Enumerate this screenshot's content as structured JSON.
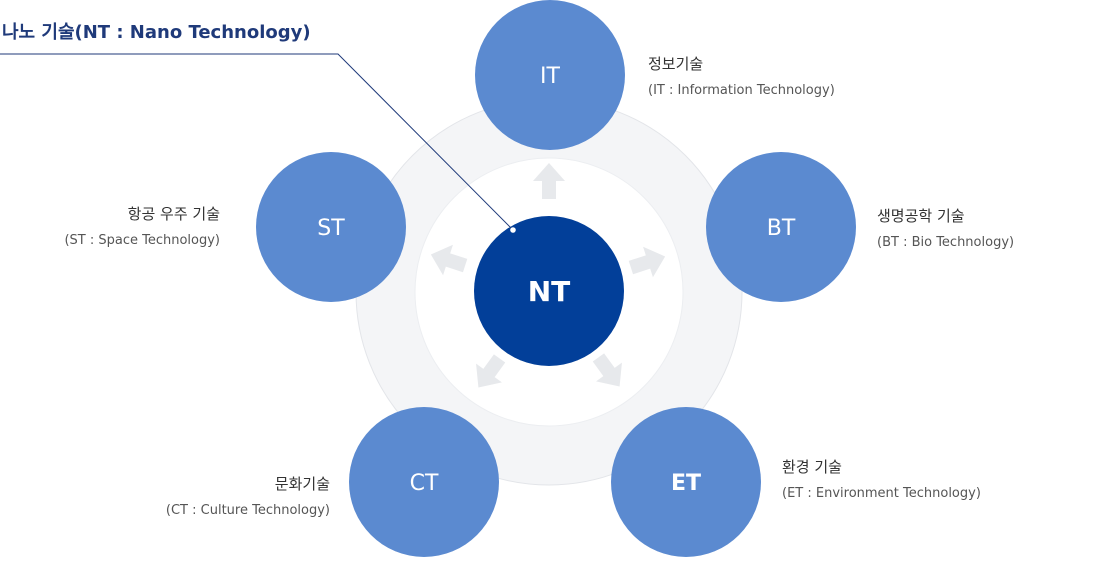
{
  "title": "나노 기술(NT : Nano Technology)",
  "center": {
    "abbr": "NT"
  },
  "nodes": [
    {
      "abbr": "IT",
      "name": "정보기술",
      "full": "(IT : Information Technology)"
    },
    {
      "abbr": "BT",
      "name": "생명공학 기술",
      "full": "(BT : Bio Technology)"
    },
    {
      "abbr": "ET",
      "name": "환경 기술",
      "full": "(ET : Environment Technology)"
    },
    {
      "abbr": "CT",
      "name": "문화기술",
      "full": "(CT : Culture Technology)"
    },
    {
      "abbr": "ST",
      "name": "항공 우주 기술",
      "full": "(ST : Space Technology)"
    }
  ],
  "colors": {
    "node": "#5b8ad0",
    "center": "#023f99",
    "title": "#1f3a7a",
    "ring": "#f4f5f7",
    "arrow": "#e9ebee",
    "leader": "#1f3a7a"
  }
}
